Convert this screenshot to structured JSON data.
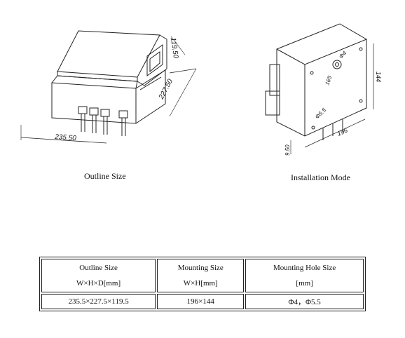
{
  "outline": {
    "caption": "Outline Size",
    "dims": {
      "width": "235.50",
      "height": "227.50",
      "depth": "119.50"
    }
  },
  "installation": {
    "caption": "Installation Mode",
    "dims": {
      "width": "196",
      "height": "144",
      "offset": "9.50",
      "hole_small": "Φ4",
      "hole_large": "Φ5.5",
      "label_165": "165"
    }
  },
  "table": {
    "headers": [
      {
        "title": "Outline Size",
        "unit": "W×H×D[mm]"
      },
      {
        "title": "Mounting Size",
        "unit": "W×H[mm]"
      },
      {
        "title": "Mounting Hole Size",
        "unit": "[mm]"
      }
    ],
    "values": [
      "235.5×227.5×119.5",
      "196×144",
      "Φ4，Φ5.5"
    ]
  }
}
